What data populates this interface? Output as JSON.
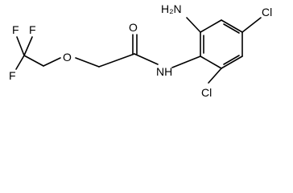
{
  "diagram": {
    "atoms": {
      "f_top_left": "F",
      "f_top_right": "F",
      "f_bottom": "F",
      "oxygen_ether": "O",
      "oxygen_carbonyl": "O",
      "amide_nh": "NH",
      "amine_nh2": "H₂N",
      "chlorine_ring_right": "Cl",
      "chlorine_ring_bottom": "Cl"
    },
    "colors": {
      "bond": "#000000",
      "label": "#000000",
      "background": "#ffffff"
    }
  }
}
